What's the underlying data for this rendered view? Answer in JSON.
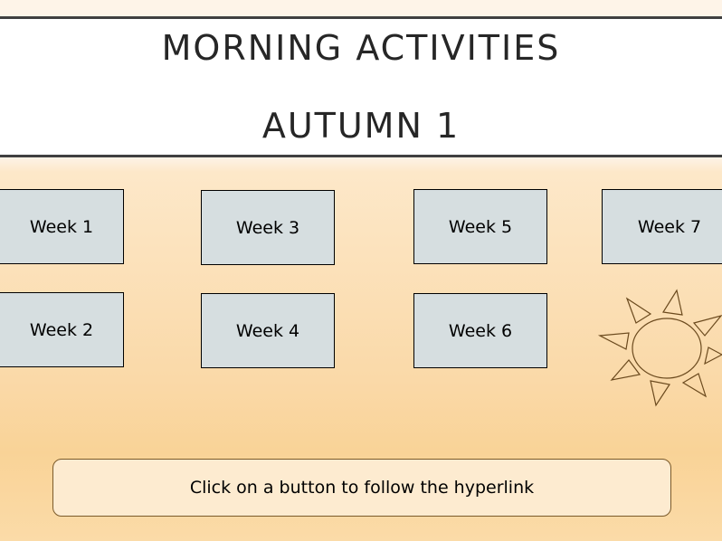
{
  "header": {
    "title_line1": "MORNING ACTIVITIES",
    "title_line2": "AUTUMN 1"
  },
  "weeks": [
    {
      "label": "Week 1"
    },
    {
      "label": "Week 2"
    },
    {
      "label": "Week 3"
    },
    {
      "label": "Week 4"
    },
    {
      "label": "Week 5"
    },
    {
      "label": "Week 6"
    },
    {
      "label": "Week 7"
    }
  ],
  "info_text": "Click on a button to follow the hyperlink",
  "decoration": {
    "icon": "sun-icon",
    "stroke_color": "#6b4a1e"
  },
  "colors": {
    "button_fill": "#d6dee0",
    "header_rule": "#404040"
  }
}
